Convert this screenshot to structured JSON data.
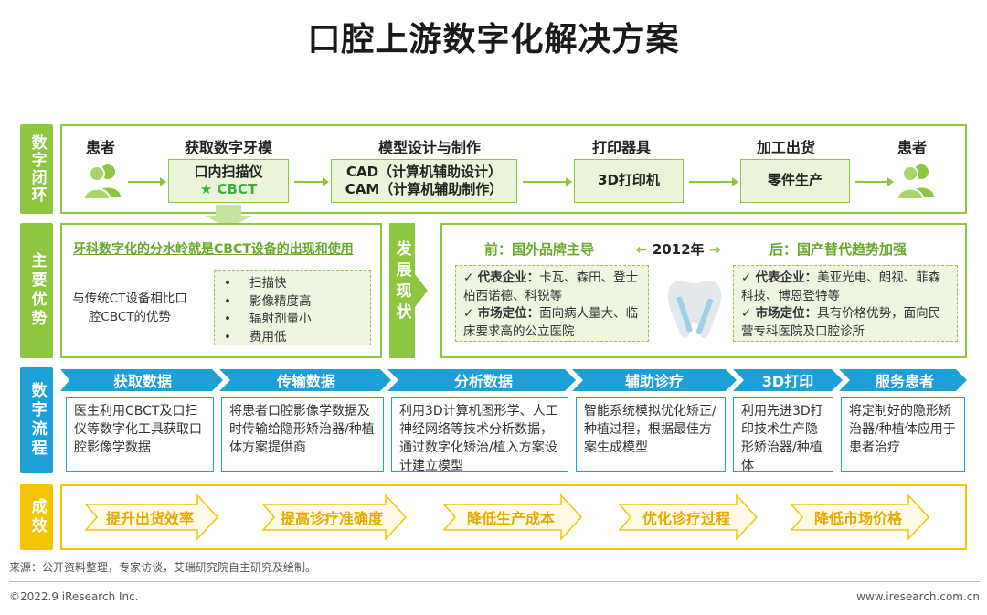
{
  "title": "口腔上游数字化解决方案",
  "rows": {
    "closed_loop": "数字闭环",
    "advantage": "主要优势",
    "status": "发展现状",
    "flow": "数字流程",
    "effect": "成效"
  },
  "loop": {
    "stages": [
      {
        "header": "患者"
      },
      {
        "header": "获取数字牙模",
        "box_line1": "口内扫描仪",
        "box_line2": "CBCT"
      },
      {
        "header": "模型设计与制作",
        "box_line1": "CAD（计算机辅助设计）",
        "box_line2": "CAM（计算机辅助制作）"
      },
      {
        "header": "打印器具",
        "box_line1": "3D打印机"
      },
      {
        "header": "加工出货",
        "box_line1": "零件生产"
      },
      {
        "header": "患者"
      }
    ]
  },
  "advantage": {
    "headline": "牙科数字化的分水岭就是CBCT设备的出现和使用",
    "compare_label": "与传统CT设备相比口腔CBCT的优势",
    "bullets": [
      "扫描快",
      "影像精度高",
      "辐射剂量小",
      "费用低"
    ]
  },
  "status": {
    "before_title": "前：国外品牌主导",
    "year": "2012年",
    "after_title": "后：国产替代趋势加强",
    "before": {
      "rep_label": "代表企业：",
      "rep_text": "卡瓦、森田、登士柏西诺德、科锐等",
      "pos_label": "市场定位：",
      "pos_text": "面向病人量大、临床要求高的公立医院"
    },
    "after": {
      "rep_label": "代表企业：",
      "rep_text": "美亚光电、朗视、菲森科技、博恩登特等",
      "pos_label": "市场定位：",
      "pos_text": "具有价格优势，面向民营专科医院及口腔诊所"
    }
  },
  "flow": [
    {
      "step": "获取数据",
      "desc": "医生利用CBCT及口扫仪等数字化工具获取口腔影像学数据"
    },
    {
      "step": "传输数据",
      "desc": "将患者口腔影像学数据及时传输给隐形矫治器/种植体方案提供商"
    },
    {
      "step": "分析数据",
      "desc": "利用3D计算机图形学、人工神经网络等技术分析数据，通过数字化矫治/植入方案设计建立模型"
    },
    {
      "step": "辅助诊疗",
      "desc": "智能系统模拟优化矫正/种植过程，根据最佳方案生成模型"
    },
    {
      "step": "3D打印",
      "desc": "利用先进3D打印技术生产隐形矫治器/种植体"
    },
    {
      "step": "服务患者",
      "desc": "将定制好的隐形矫治器/种植体应用于患者治疗"
    }
  ],
  "effects": [
    "提升出货效率",
    "提高诊疗准确度",
    "降低生产成本",
    "优化诊疗过程",
    "降低市场价格"
  ],
  "footer": {
    "source": "来源：公开资料整理，专家访谈，艾瑞研究院自主研究及绘制。",
    "copyright": "©2022.9 iResearch Inc.",
    "url": "www.iresearch.com.cn"
  },
  "colors": {
    "green": "#8dc63f",
    "blue": "#1e9fd6",
    "yellow": "#f5c400"
  }
}
